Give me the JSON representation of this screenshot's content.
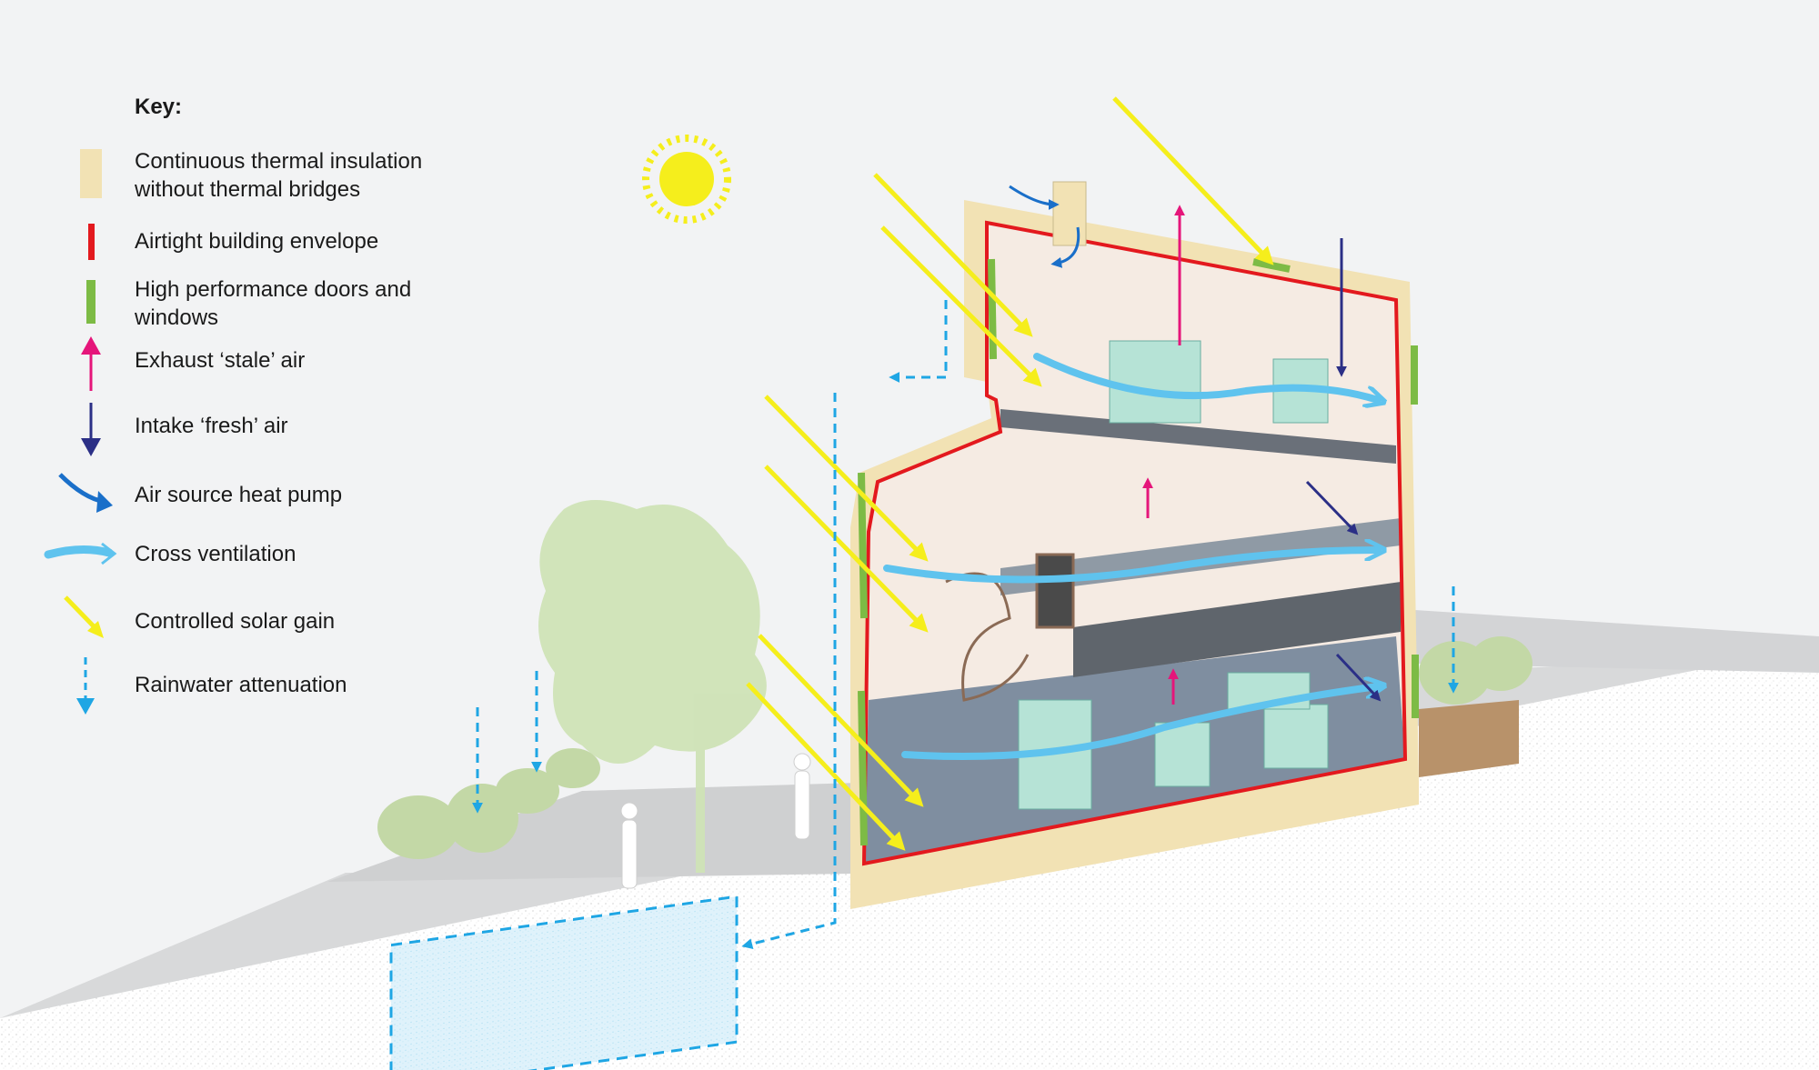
{
  "legend": {
    "title": "Key:",
    "items": [
      {
        "label": "Continuous thermal insulation\nwithout thermal bridges",
        "color": "#f2e2b4"
      },
      {
        "label": "Airtight building envelope",
        "color": "#e3191e"
      },
      {
        "label": "High performance doors and\nwindows",
        "color": "#7dbb45"
      },
      {
        "label": "Exhaust ‘stale’ air",
        "color": "#e5157a"
      },
      {
        "label": "Intake ‘fresh’ air",
        "color": "#2b2f86"
      },
      {
        "label": "Air source heat pump",
        "color": "#1a6fc9"
      },
      {
        "label": "Cross ventilation",
        "color": "#5fc3ee"
      },
      {
        "label": "Controlled solar gain",
        "color": "#f5ee1c"
      },
      {
        "label": "Rainwater attenuation",
        "color": "#1fa6e4"
      }
    ]
  }
}
